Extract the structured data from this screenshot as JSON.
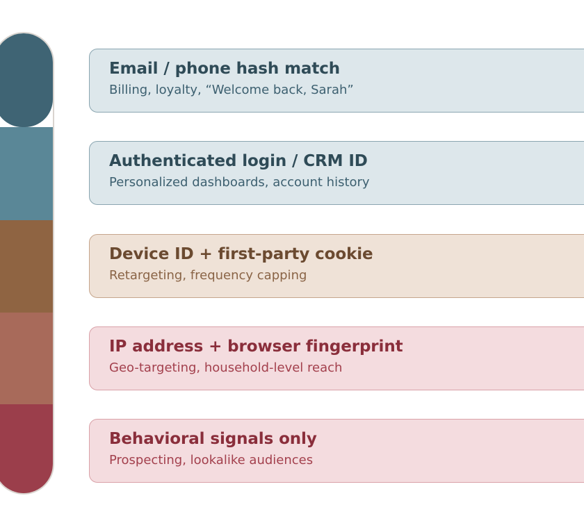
{
  "tiers": [
    {
      "title": "Email / phone hash match",
      "subtitle": "Billing, loyalty, “Welcome back, Sarah”",
      "bar_color": "#3f6474",
      "card_bg": "#dde7eb",
      "card_border": "#8aa5b0",
      "title_color": "#2f4b57",
      "subtitle_color": "#3d6070"
    },
    {
      "title": "Authenticated login / CRM ID",
      "subtitle": "Personalized dashboards, account history",
      "bar_color": "#5a8797",
      "card_bg": "#dde7eb",
      "card_border": "#8aa5b0",
      "title_color": "#2f4b57",
      "subtitle_color": "#3d6070"
    },
    {
      "title": "Device ID + first-party cookie",
      "subtitle": "Retargeting, frequency capping",
      "bar_color": "#8f6442",
      "card_bg": "#efe2d7",
      "card_border": "#c5a58c",
      "title_color": "#6b4a30",
      "subtitle_color": "#8a6446"
    },
    {
      "title": "IP address + browser fingerprint",
      "subtitle": "Geo-targeting, household-level reach",
      "bar_color": "#a86a5a",
      "card_bg": "#f4dcdf",
      "card_border": "#d9a1a8",
      "title_color": "#8a2e3b",
      "subtitle_color": "#a3404d"
    },
    {
      "title": "Behavioral signals only",
      "subtitle": "Prospecting, lookalike audiences",
      "bar_color": "#9b3e4b",
      "card_bg": "#f4dcdf",
      "card_border": "#d9a1a8",
      "title_color": "#8a2e3b",
      "subtitle_color": "#a3404d"
    }
  ]
}
